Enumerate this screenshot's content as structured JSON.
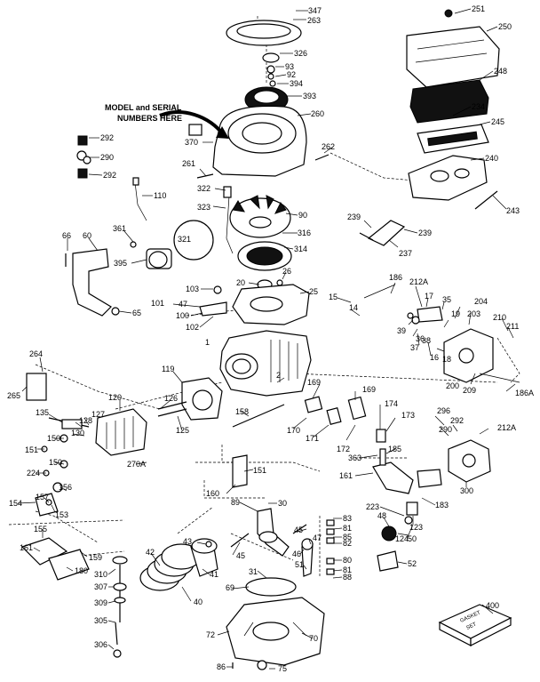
{
  "annotation": {
    "line1": "MODEL and SERIAL",
    "line2": "NUMBERS HERE"
  },
  "gasket_box": {
    "line1": "GASKET",
    "line2": "SET"
  },
  "part_numbers": [
    "347",
    "263",
    "326",
    "93",
    "92",
    "394",
    "393",
    "251",
    "250",
    "248",
    "234",
    "245",
    "240",
    "243",
    "260",
    "370",
    "262",
    "261",
    "322",
    "292",
    "290",
    "292",
    "110",
    "90",
    "323",
    "321",
    "316",
    "314",
    "239",
    "237",
    "239",
    "66",
    "60",
    "361",
    "395",
    "65",
    "103",
    "20",
    "26",
    "25",
    "101",
    "47",
    "100",
    "102",
    "1",
    "186",
    "212A",
    "15",
    "14",
    "17",
    "35",
    "204",
    "203",
    "210",
    "211",
    "39",
    "36",
    "19",
    "37",
    "38",
    "16",
    "18",
    "200",
    "209",
    "186A",
    "264",
    "265",
    "119",
    "2",
    "169",
    "169",
    "120",
    "126",
    "125",
    "174",
    "173",
    "135",
    "127",
    "128",
    "130",
    "170",
    "171",
    "172",
    "296",
    "292",
    "212A",
    "150",
    "158",
    "363",
    "185",
    "290",
    "151",
    "150",
    "270A",
    "161",
    "224",
    "151",
    "160",
    "223",
    "300",
    "156",
    "154",
    "157",
    "153",
    "89",
    "30",
    "183",
    "123",
    "155",
    "83",
    "81",
    "48",
    "45",
    "47",
    "85",
    "82",
    "124",
    "50",
    "161",
    "180",
    "159",
    "42",
    "43",
    "46",
    "45",
    "51",
    "80",
    "81",
    "88",
    "52",
    "310",
    "41",
    "31",
    "307",
    "69",
    "40",
    "309",
    "305",
    "72",
    "70",
    "400",
    "306",
    "86",
    "75"
  ]
}
